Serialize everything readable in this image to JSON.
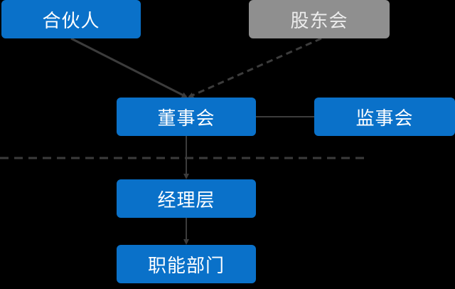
{
  "nodes": {
    "partner": "合伙人",
    "shareholders_meeting": "股东会",
    "board_of_directors": "董事会",
    "board_of_supervisors": "监事会",
    "management": "经理层",
    "functional_departments": "职能部门"
  },
  "colors": {
    "background": "#000000",
    "node_primary": "#0a71c9",
    "node_muted": "#8f8f8f",
    "connector": "#3c3c3c"
  }
}
